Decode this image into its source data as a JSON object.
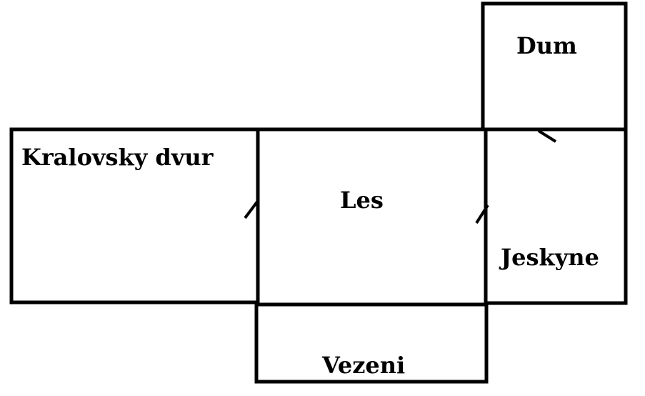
{
  "diagram": {
    "rooms": {
      "dum": "Dum",
      "kralovsky_dvur": "Kralovsky dvur",
      "les": "Les",
      "jeskyne": "Jeskyne",
      "vezeni": "Vezeni"
    }
  },
  "colors": {
    "stroke": "#000000",
    "background": "#ffffff"
  }
}
